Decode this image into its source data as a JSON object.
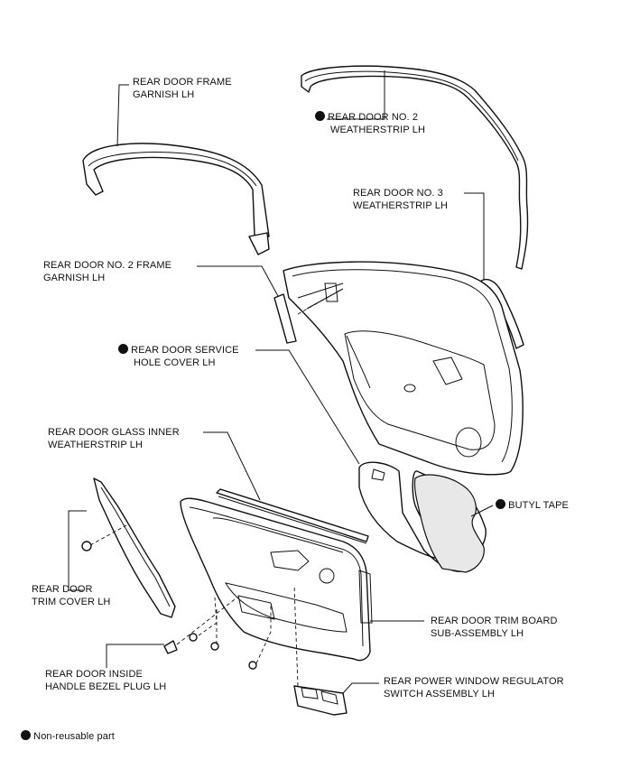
{
  "labels": {
    "frame_garnish": [
      "REAR DOOR FRAME",
      "GARNISH LH"
    ],
    "no2_weatherstrip": [
      "REAR DOOR NO. 2",
      "WEATHERSTRIP LH"
    ],
    "no3_weatherstrip": [
      "REAR DOOR NO. 3",
      "WEATHERSTRIP LH"
    ],
    "no2_frame_garnish": [
      "REAR DOOR NO. 2 FRAME",
      "GARNISH LH"
    ],
    "service_hole_cover": [
      "REAR DOOR SERVICE",
      "HOLE COVER LH"
    ],
    "glass_inner_weatherstrip": [
      "REAR DOOR GLASS INNER",
      "WEATHERSTRIP LH"
    ],
    "butyl_tape": [
      "BUTYL TAPE"
    ],
    "trim_cover": [
      "REAR DOOR",
      "TRIM COVER LH"
    ],
    "trim_board": [
      "REAR DOOR TRIM BOARD",
      "SUB-ASSEMBLY LH"
    ],
    "bezel_plug": [
      "REAR DOOR INSIDE",
      "HANDLE BEZEL PLUG LH"
    ],
    "window_switch": [
      "REAR POWER WINDOW REGULATOR",
      "SWITCH ASSEMBLY LH"
    ]
  },
  "legend": {
    "text": "Non-reusable part"
  }
}
